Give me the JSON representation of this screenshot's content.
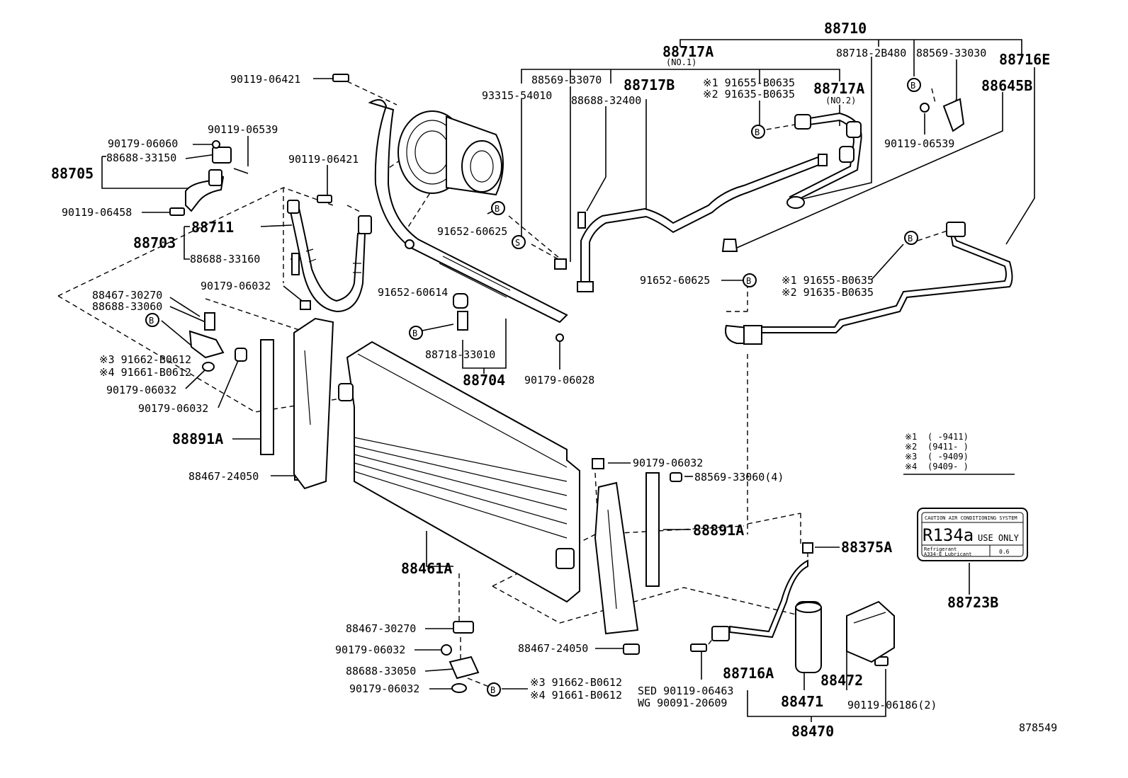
{
  "labels": {
    "l88710": "88710",
    "l88717A_top": "88717A",
    "l88717A_top_no": "(NO.1)",
    "l88718_2B480": "88718-2B480",
    "l88569_33030": "88569-33030",
    "l88716E": "88716E",
    "l88645B": "88645B",
    "l90119_06539_r": "90119-06539",
    "l88569_33070": "88569-33070",
    "l93315_54010": "93315-54010",
    "l88688_32400": "88688-32400",
    "l88717B": "88717B",
    "l91655_B0635_a": "※1 91655-B0635",
    "l91635_B0635_a": "※2 91635-B0635",
    "l88717A_no2": "88717A",
    "l88717A_no2_sub": "(NO.2)",
    "l90119_06421_a": "90119-06421",
    "l90179_06060": "90179-06060",
    "l90119_06539_l": "90119-06539",
    "l88688_33150": "88688-33150",
    "l88705": "88705",
    "l90119_06421_b": "90119-06421",
    "l90119_06458": "90119-06458",
    "l88711": "88711",
    "l88703": "88703",
    "l88688_33160": "88688-33160",
    "l91652_60625_a": "91652-60625",
    "l90179_06032_a": "90179-06032",
    "l88467_30270_a": "88467-30270",
    "l88688_33060": "88688-33060",
    "l91652_60614": "91652-60614",
    "l91652_60625_b": "91652-60625",
    "l91655_B0635_b": "※1 91655-B0635",
    "l91635_B0635_b": "※2 91635-B0635",
    "l91662_B0612_a": "※3 91662-B0612",
    "l91661_B0612_a": "※4 91661-B0612",
    "l90179_06032_b": "90179-06032",
    "l90179_06032_c": "90179-06032",
    "l88718_33010": "88718-33010",
    "l88704": "88704",
    "l90179_06028": "90179-06028",
    "l88891A_l": "88891A",
    "l88467_24050_a": "88467-24050",
    "l90179_06032_d": "90179-06032",
    "l88569_33060": "88569-33060(4)",
    "l88891A_r": "88891A",
    "l88375A": "88375A",
    "l88461A": "88461A",
    "l88723B": "88723B",
    "l88467_30270_b": "88467-30270",
    "l90179_06032_e": "90179-06032",
    "l88688_33050": "88688-33050",
    "l90179_06032_f": "90179-06032",
    "l91662_B0612_b": "※3 91662-B0612",
    "l91661_B0612_b": "※4 91661-B0612",
    "l88467_24050_b": "88467-24050",
    "l88716A": "88716A",
    "l88472": "88472",
    "l90119_06463": "SED 90119-06463",
    "l90091_20609": "WG  90091-20609",
    "l88471": "88471",
    "l90119_06186": "90119-06186(2)",
    "l88470": "88470",
    "l878549": "878549"
  },
  "legend": [
    {
      "mark": "※1",
      "range": "(      -9411)"
    },
    {
      "mark": "※2",
      "range": "(9411-      )"
    },
    {
      "mark": "※3",
      "range": "(      -9409)"
    },
    {
      "mark": "※4",
      "range": "(9409-      )"
    }
  ],
  "decal": {
    "header": "CAUTION  AIR CONDITIONING SYSTEM",
    "main_a": "R134a",
    "main_b": "USE ONLY",
    "foot_a": "Refrigerant",
    "foot_b": "A334-E Lubricant",
    "foot_c": "0.6"
  },
  "circle_marks": {
    "b": "B",
    "s": "S"
  }
}
